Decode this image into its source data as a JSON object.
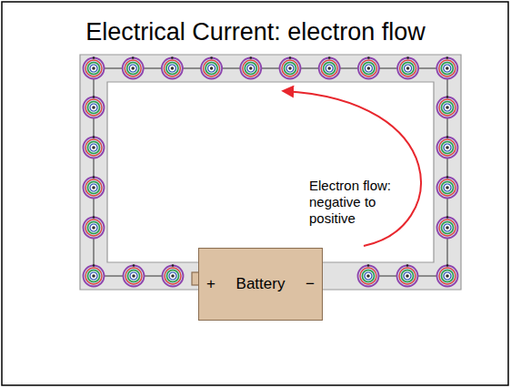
{
  "diagram": {
    "title": "Electrical Current: electron flow",
    "nodes": [
      {
        "text": [
          "+",
          "Battery",
          "−"
        ]
      }
    ],
    "labels": [
      "Electron flow: negative to positive"
    ]
  }
}
